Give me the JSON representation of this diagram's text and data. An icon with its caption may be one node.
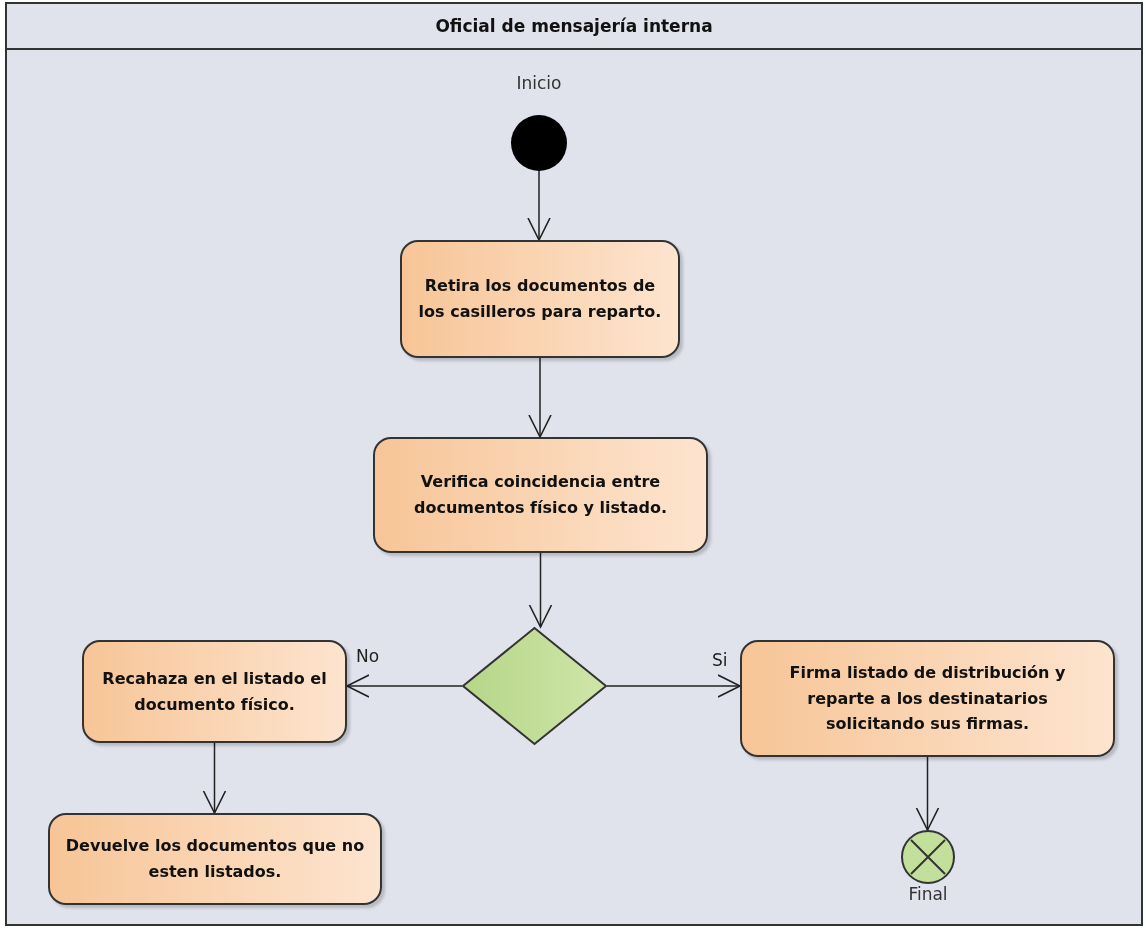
{
  "diagram": {
    "nodes": [
      {
        "text": [
          "Oficial de mensajería interna"
        ]
      },
      {
        "text": [],
        "shape": "circle",
        "in": 0,
        "beside": [
          "Inicio"
        ]
      },
      {
        "text": [
          "Retira los documentos de los casilleros para reparto."
        ],
        "in": 0
      },
      {
        "text": [
          "Verifica coincidencia entre documentos físico y listado."
        ],
        "in": 0
      },
      {
        "text": [],
        "shape": "diamond",
        "in": 0
      },
      {
        "text": [
          "Recahaza en el listado el documento físico."
        ],
        "in": 0
      },
      {
        "text": [
          "Firma listado de distribución y reparte a los destinatarios solicitando sus firmas."
        ],
        "in": 0
      },
      {
        "text": [
          "Devuelve los documentos que no esten listados."
        ],
        "in": 0
      },
      {
        "text": [],
        "shape": "circle",
        "in": 0,
        "beside": [
          "Final"
        ]
      }
    ],
    "edges": [
      {
        "from": 1,
        "to": 2,
        "arrow": "to"
      },
      {
        "from": 2,
        "to": 3,
        "arrow": "to"
      },
      {
        "from": 3,
        "to": 4,
        "arrow": "to"
      },
      {
        "from": 4,
        "to": 5,
        "arrow": "to",
        "label": "No"
      },
      {
        "from": 4,
        "to": 6,
        "arrow": "to",
        "label": "Si"
      },
      {
        "from": 5,
        "to": 7,
        "arrow": "to"
      },
      {
        "from": 6,
        "to": 8,
        "arrow": "to"
      }
    ]
  }
}
